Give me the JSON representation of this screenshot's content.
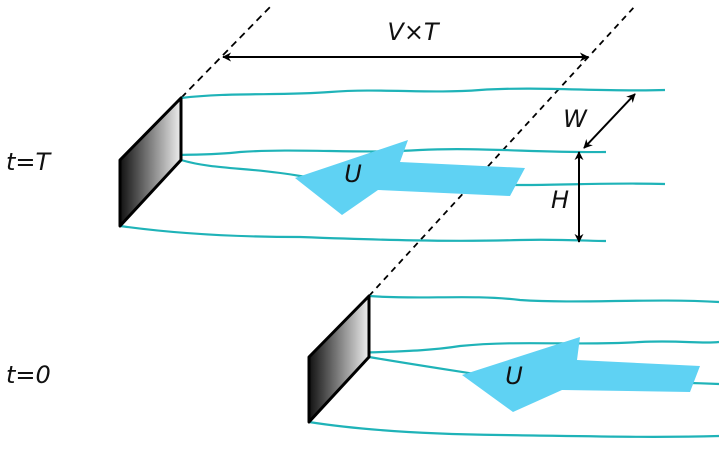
{
  "labels": {
    "time_top": "t=T",
    "time_bottom": "t=0",
    "displacement": "V×T",
    "width": "W",
    "height": "H",
    "flow_top": "U",
    "flow_bottom": "U"
  },
  "colors": {
    "streamline": "#1fb3b8",
    "flow_arrow": "#5fd2f3",
    "plate_dark": "#111111",
    "plate_light": "#eeeeee",
    "line": "#000000"
  }
}
